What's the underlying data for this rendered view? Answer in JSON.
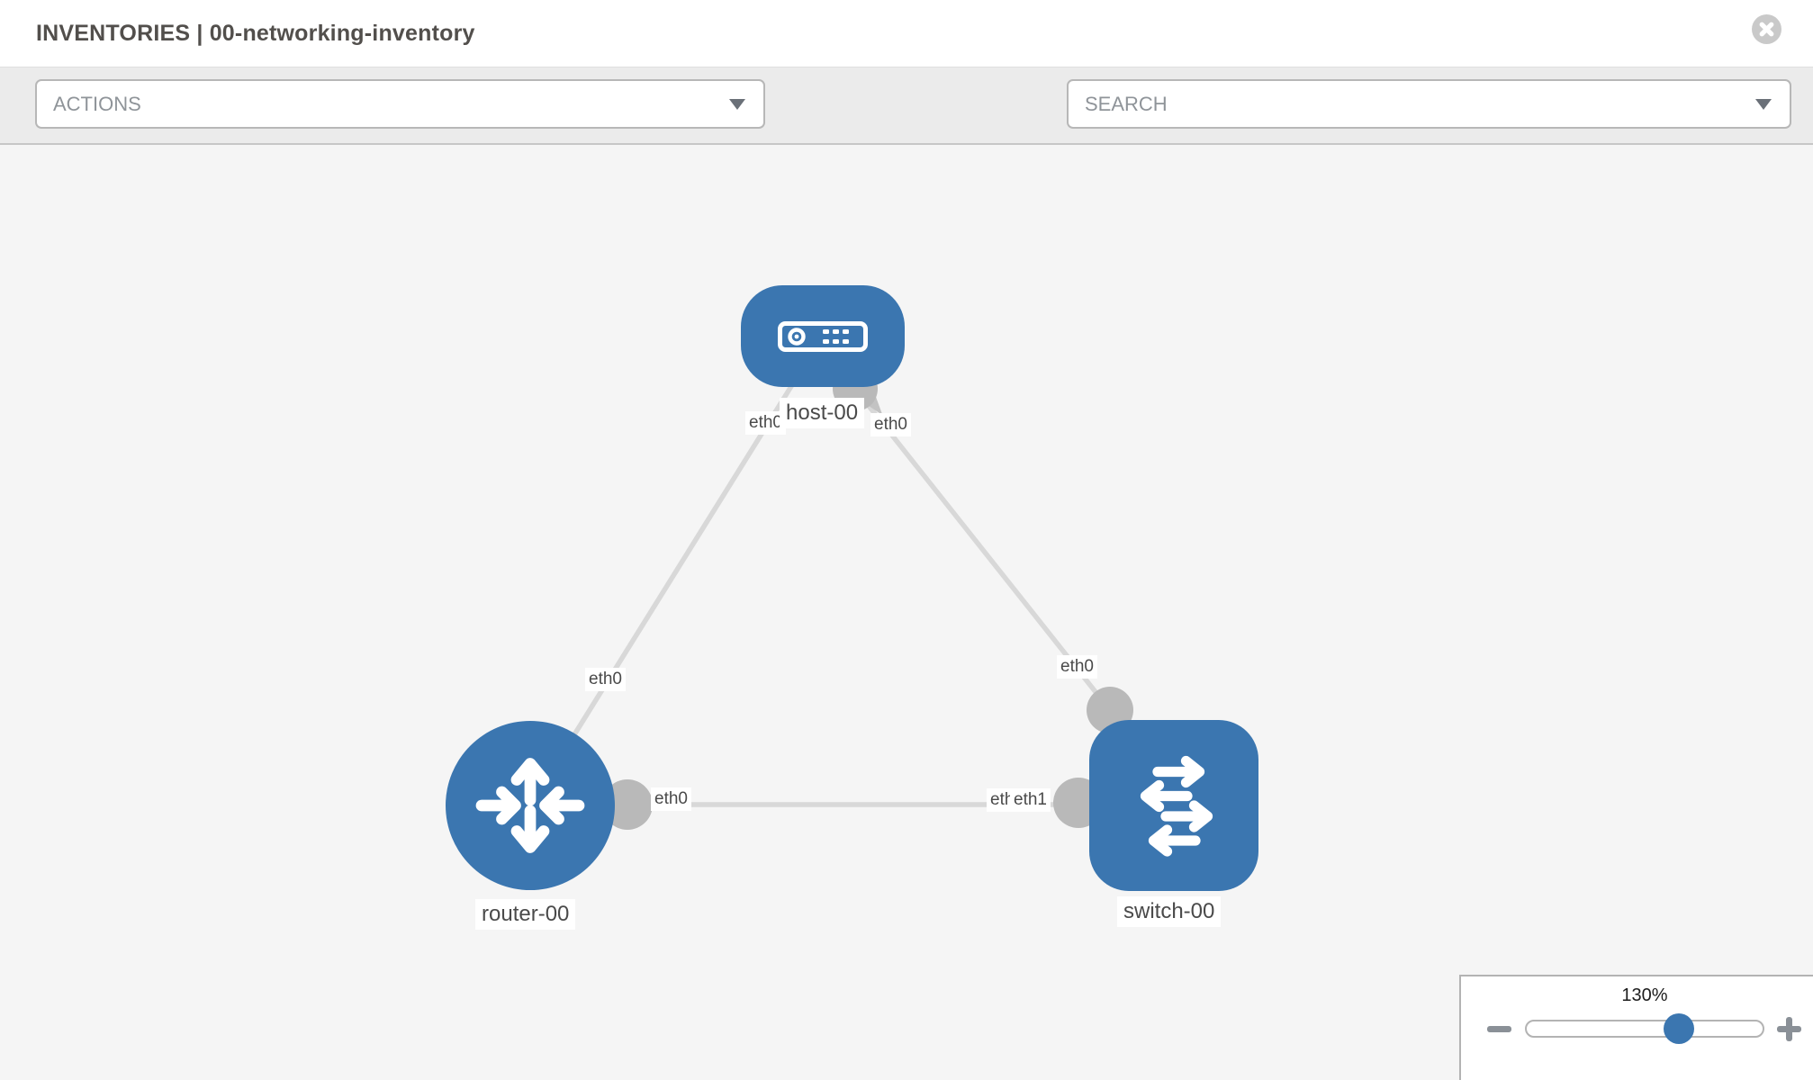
{
  "header": {
    "title": "INVENTORIES | 00-networking-inventory"
  },
  "toolbar": {
    "actions_label": "ACTIONS",
    "search_placeholder": "SEARCH"
  },
  "icons": {
    "close": "circle-x-icon",
    "wrench": "wrench-icon",
    "key": "key-icon",
    "caret": "caret-down-icon",
    "zoom_out": "minus-icon",
    "zoom_in": "plus-icon"
  },
  "topology": {
    "nodes": [
      {
        "label": "host-00",
        "type": "host",
        "icon": "server-icon"
      },
      {
        "label": "router-00",
        "type": "router",
        "icon": "router-arrows-icon"
      },
      {
        "label": "switch-00",
        "type": "switch",
        "icon": "switch-arrows-icon"
      }
    ],
    "links": [
      {
        "from": "host-00",
        "to": "router-00",
        "from_interface": "eth0",
        "to_interface": "eth0"
      },
      {
        "from": "host-00",
        "to": "switch-00",
        "from_interface": "eth0",
        "to_interface": "eth0"
      },
      {
        "from": "router-00",
        "to": "switch-00",
        "from_interface": "eth0",
        "to_interface": "eth1"
      }
    ],
    "interface_labels": {
      "host_to_router_host_end": "eth0",
      "host_to_switch_host_end": "eth0",
      "host_to_router_router_end": "eth0",
      "host_to_switch_switch_end": "eth0",
      "router_to_switch_router_end": "eth0",
      "router_to_switch_switch_end_back": "eth0",
      "router_to_switch_switch_end": "eth1"
    }
  },
  "zoom_control": {
    "percent": "130%"
  },
  "colors": {
    "node_blue": "#3b76b0",
    "link_gray": "#d8d8d8",
    "port_gray": "#b9b9b9",
    "toolbar_bg": "#ebebeb",
    "canvas_bg": "#f5f5f5"
  }
}
